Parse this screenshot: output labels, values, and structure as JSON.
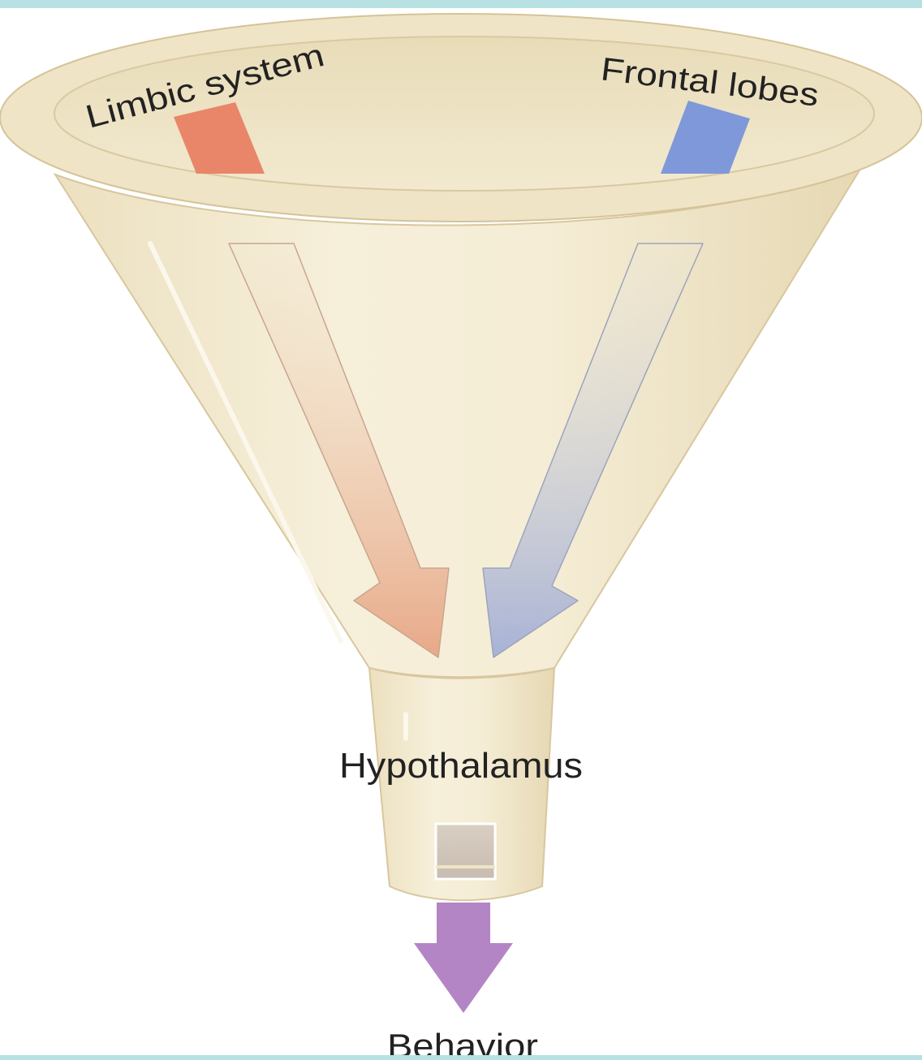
{
  "labels": {
    "limbic": "Limbic system",
    "frontal": "Frontal lobes",
    "hypothalamus": "Hypothalamus",
    "behavior": "Behavior"
  },
  "colors": {
    "frame_border": "#b7e1e3",
    "funnel_body": "#f3ead2",
    "funnel_rim": "#efe4c6",
    "limbic_arrow": "#e9866a",
    "frontal_arrow": "#7f98d9",
    "behavior_arrow": "#b485c4"
  }
}
